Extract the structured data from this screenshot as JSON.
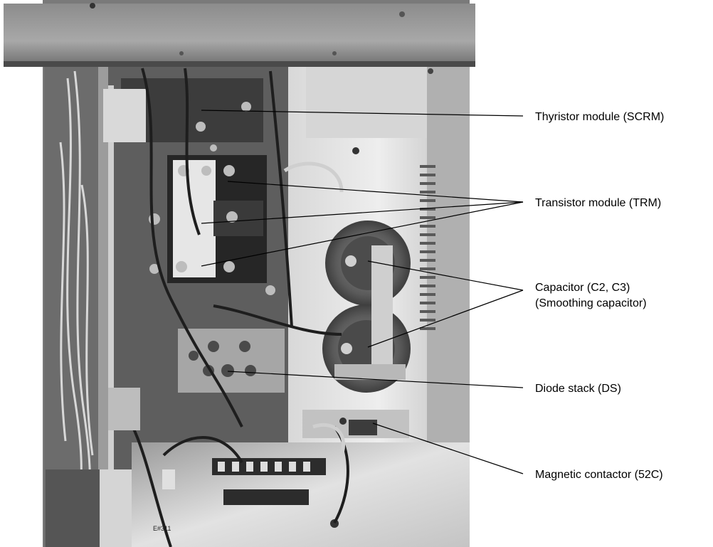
{
  "callouts": [
    {
      "id": "scrm",
      "lines": [
        "Thyristor module (SCRM)"
      ]
    },
    {
      "id": "trm",
      "lines": [
        "Transistor module (TRM)"
      ]
    },
    {
      "id": "cap",
      "lines": [
        "Capacitor (C2, C3)",
        "(Smoothing capacitor)"
      ]
    },
    {
      "id": "ds",
      "lines": [
        "Diode stack (DS)"
      ]
    },
    {
      "id": "mc",
      "lines": [
        "Magnetic contactor (52C)"
      ]
    }
  ],
  "photo_markings": {
    "board_code": "E#311"
  },
  "colors": {
    "leader": "#000000",
    "text": "#000000",
    "photo_base": "#7a7a7a"
  }
}
